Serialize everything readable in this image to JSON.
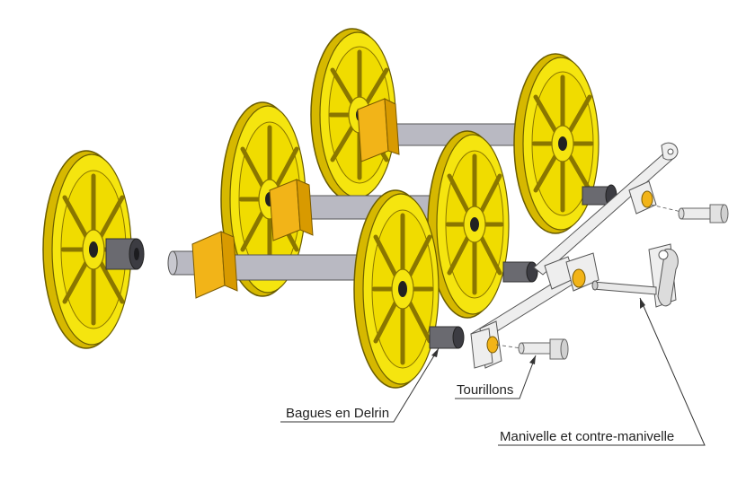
{
  "diagram": {
    "labels": {
      "bagues": "Bagues en Delrin",
      "tourillons": "Tourillons",
      "manivelle": "Manivelle et contre-manivelle"
    },
    "colors": {
      "wheel": "#f5e50f",
      "wheel_dark": "#d6b800",
      "wheel_edge": "#8a7600",
      "axle": "#b9b9c2",
      "bushing": "#5a5a60",
      "box": "#f2b418",
      "rod": "#e6e6e6",
      "line": "#333333"
    }
  }
}
